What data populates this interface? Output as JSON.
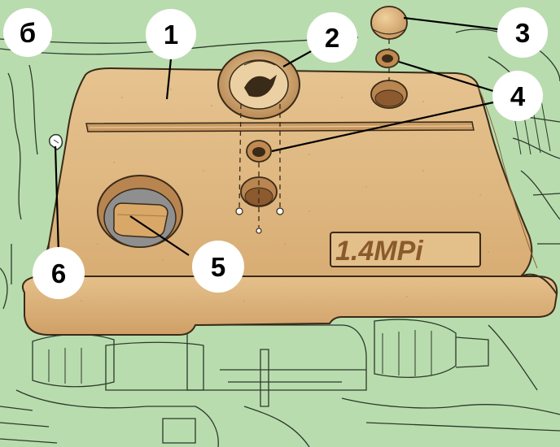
{
  "figure": {
    "panel_letter": "б",
    "product_badge": "1.4MPi",
    "callouts": [
      {
        "id": "1",
        "label": "1"
      },
      {
        "id": "2",
        "label": "2"
      },
      {
        "id": "3",
        "label": "3"
      },
      {
        "id": "4",
        "label": "4"
      },
      {
        "id": "5",
        "label": "5"
      },
      {
        "id": "6",
        "label": "6"
      }
    ]
  },
  "colors": {
    "background": "#b9dcae",
    "cover_fill": "#e2bd86",
    "cover_shade": "#c9975e",
    "outline": "#3a2a18",
    "callout_circle": "#ffffff"
  }
}
